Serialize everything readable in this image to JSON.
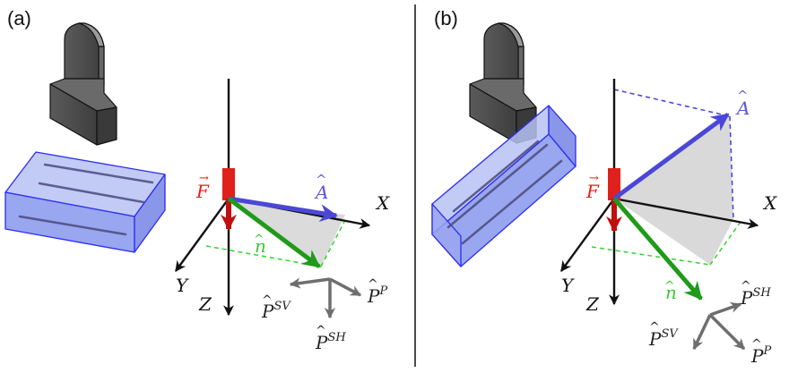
{
  "panels": [
    {
      "label": "(a)",
      "axes": {
        "x": "X",
        "y": "Y",
        "z": "Z"
      },
      "vectors": {
        "force": "F",
        "amplitude": "A",
        "normal": "n"
      },
      "polarizations": {
        "p": "P",
        "sh": "SH",
        "sv": "SV"
      }
    },
    {
      "label": "(b)",
      "axes": {
        "x": "X",
        "y": "Y",
        "z": "Z"
      },
      "vectors": {
        "force": "F",
        "amplitude": "A",
        "normal": "n"
      },
      "polarizations": {
        "p": "P",
        "sh": "SH",
        "sv": "SV"
      }
    }
  ],
  "colors": {
    "force": "#e0201a",
    "amplitude": "#4b47d6",
    "normal": "#1f9a1a",
    "normal_label": "#39c932",
    "crystal_fill": "#8fa0f0",
    "crystal_edge": "#2d2df0",
    "hammer": "#555555",
    "plane": "#d9d9d9",
    "dashed_green": "#34d431",
    "dashed_blue": "#3f3fe6",
    "axis": "#111111",
    "polarization": "#6e6e6e"
  }
}
